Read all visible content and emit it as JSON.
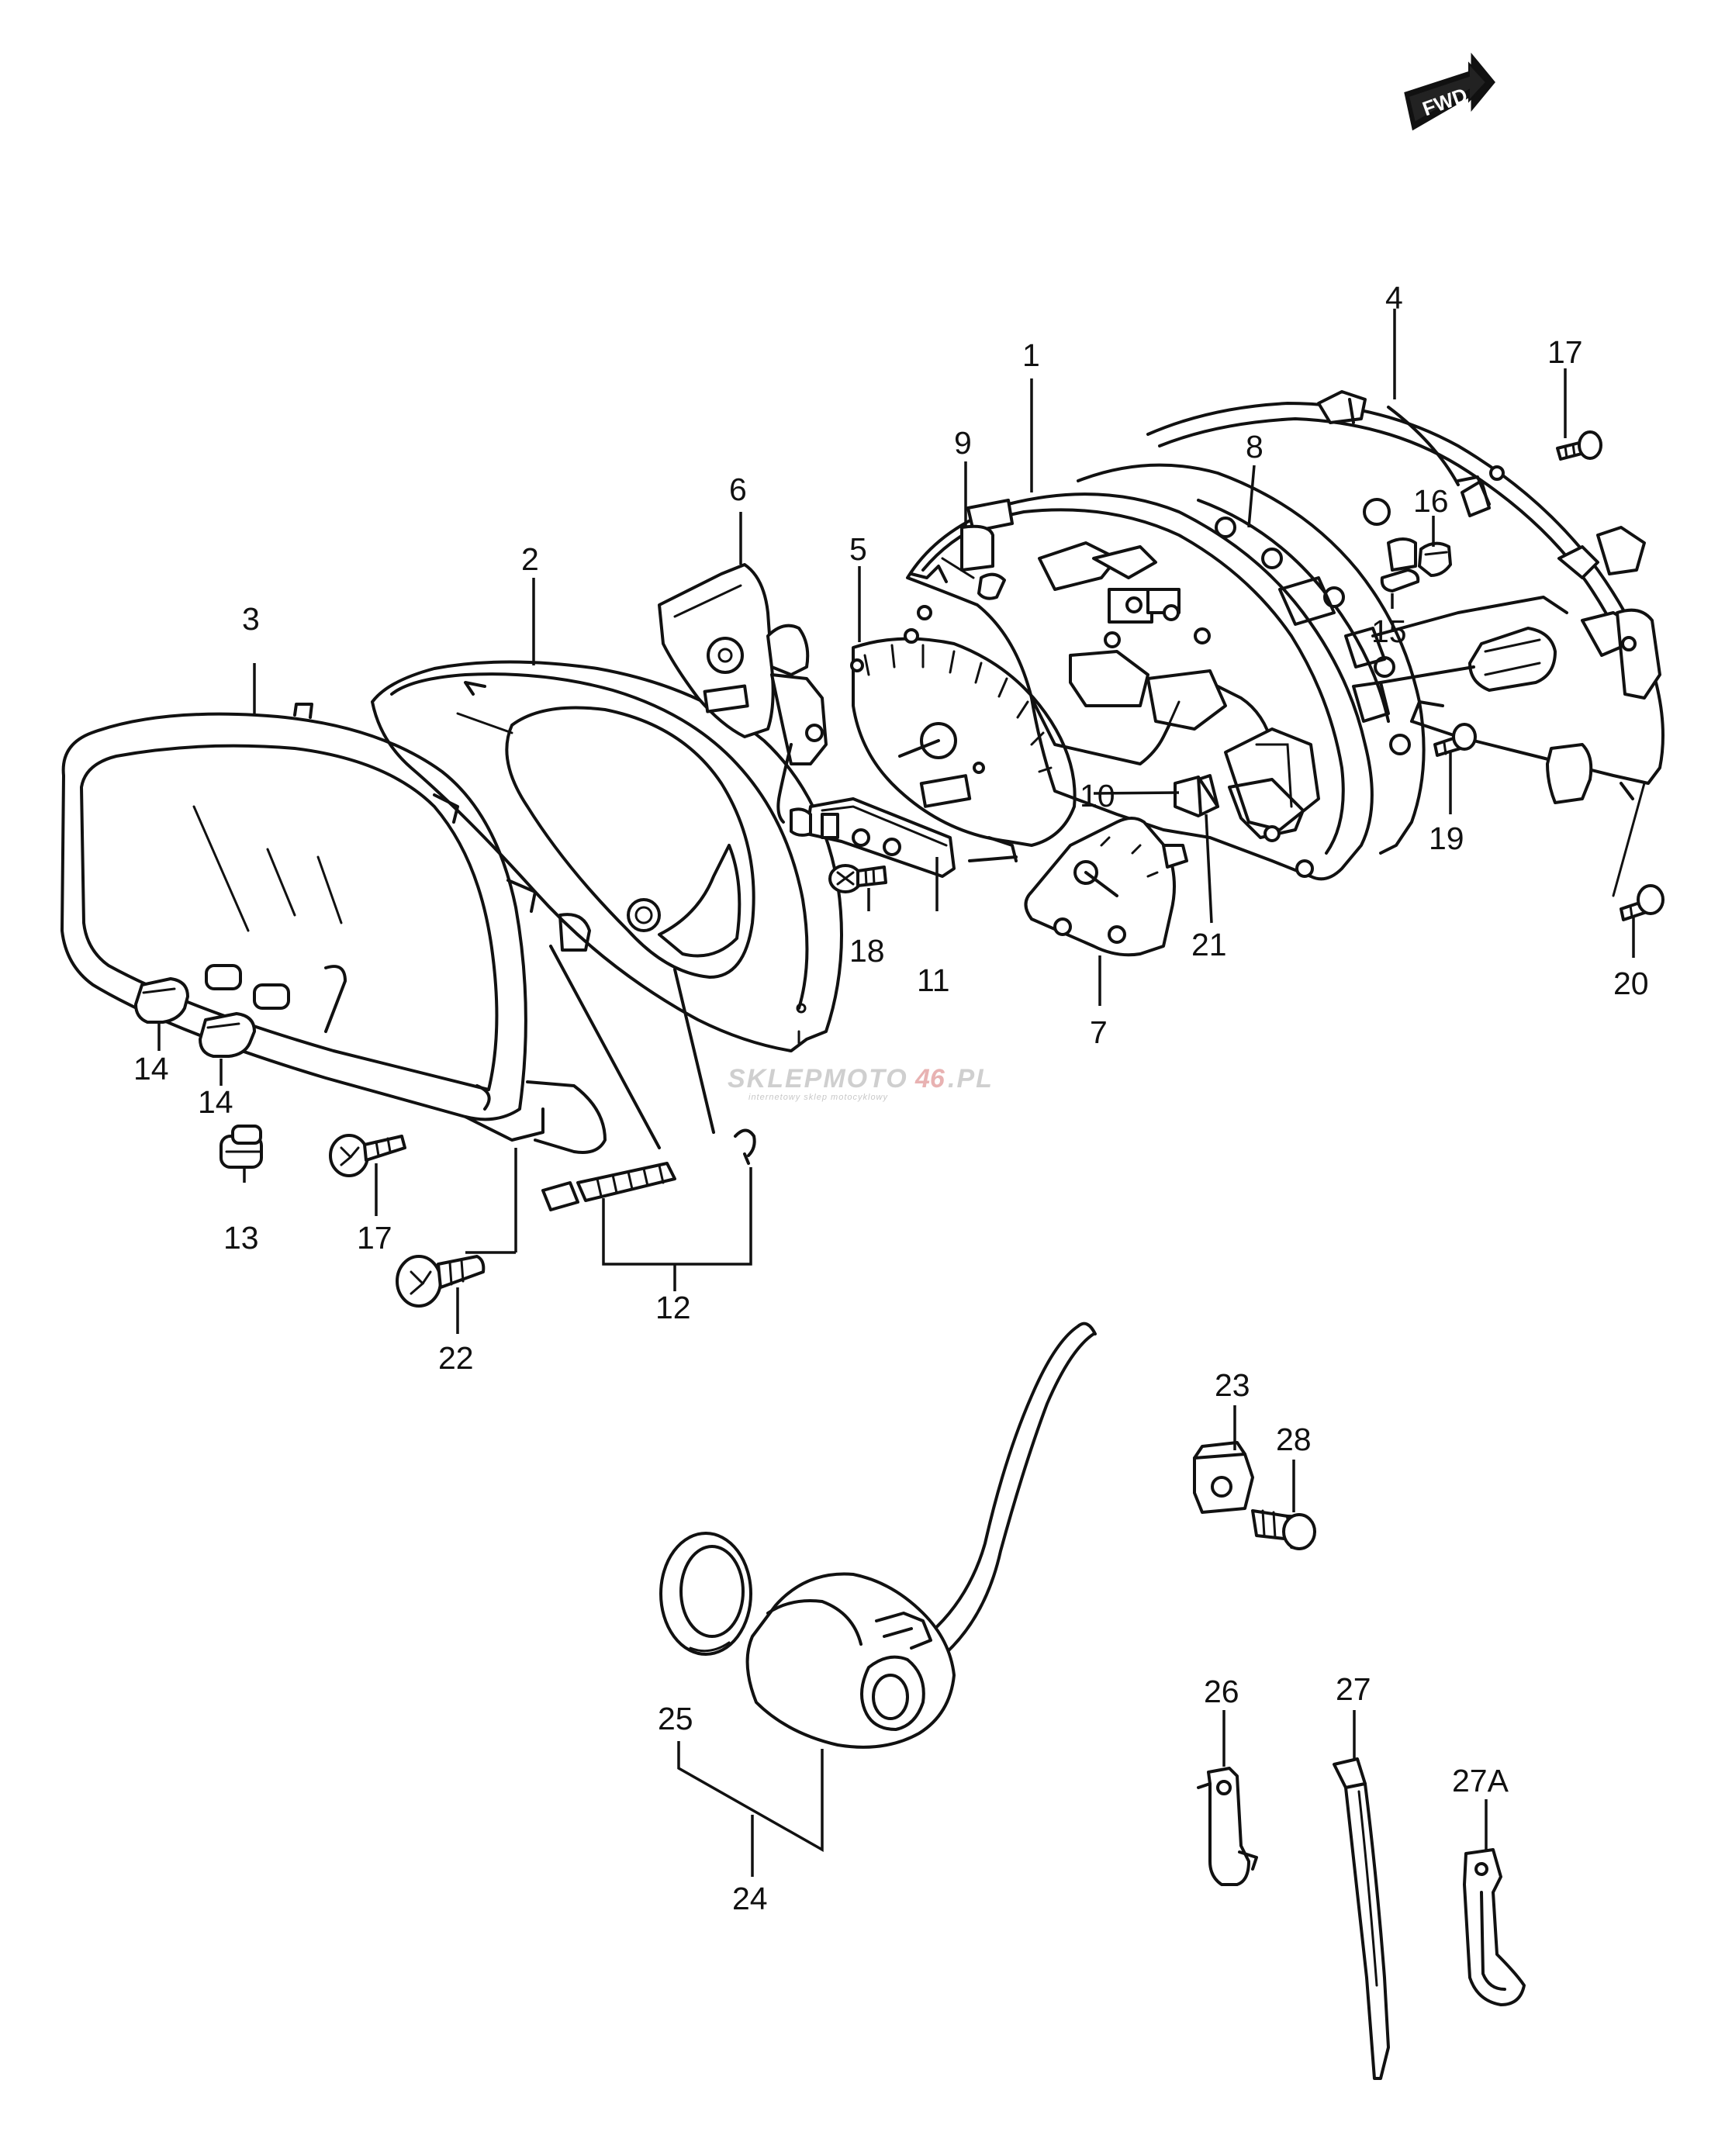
{
  "orientation": {
    "badge_text": "FWD"
  },
  "callouts": {
    "c1": "1",
    "c2": "2",
    "c3": "3",
    "c4": "4",
    "c5": "5",
    "c6": "6",
    "c7": "7",
    "c8": "8",
    "c9": "9",
    "c10": "10",
    "c11": "11",
    "c12": "12",
    "c13": "13",
    "c14a": "14",
    "c14b": "14",
    "c15": "15",
    "c16": "16",
    "c17a": "17",
    "c17b": "17",
    "c18": "18",
    "c19": "19",
    "c20": "20",
    "c21": "21",
    "c22": "22",
    "c23": "23",
    "c24": "24",
    "c25": "25",
    "c26": "26",
    "c27": "27",
    "c27a": "27A",
    "c28": "28"
  },
  "watermark": {
    "brand_part1": "SKLEPMOTO",
    "brand_part2": "46",
    "brand_part3": ".PL",
    "tagline": "internetowy sklep motocyklowy"
  },
  "colors": {
    "line": "#111111",
    "background": "#ffffff",
    "watermark_accent": "#e8b2b2"
  }
}
